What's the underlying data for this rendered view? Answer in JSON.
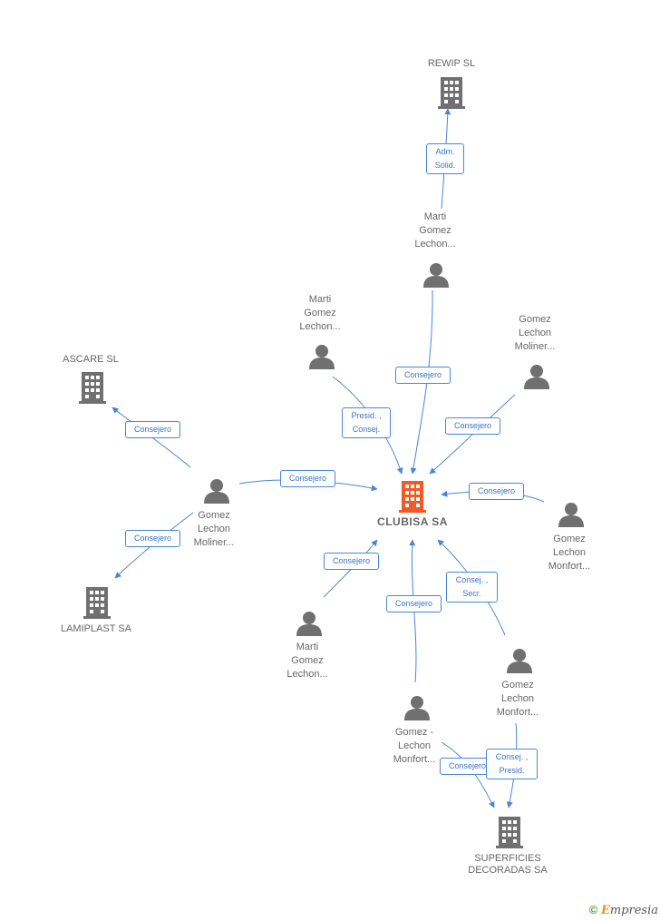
{
  "nodes": {
    "rewip": {
      "label": "REWIP SL",
      "icon": "building-icon",
      "color": "#707070"
    },
    "ascare": {
      "label": "ASCARE SL",
      "icon": "building-icon",
      "color": "#707070"
    },
    "lamiplast": {
      "label": "LAMIPLAST SA",
      "icon": "building-icon",
      "color": "#707070"
    },
    "superficies": {
      "label": "SUPERFICIES\nDECORADAS SA",
      "icon": "building-icon",
      "color": "#707070"
    },
    "clubisa": {
      "label": "CLUBISA SA",
      "icon": "building-icon",
      "color": "#f05a28"
    },
    "p_marti_top": {
      "label": "Marti\nGomez\nLechon...",
      "icon": "person-icon"
    },
    "p_marti_mid": {
      "label": "Marti\nGomez\nLechon...",
      "icon": "person-icon"
    },
    "p_gomez_moliner_right": {
      "label": "Gomez\nLechon\nMoliner...",
      "icon": "person-icon"
    },
    "p_gomez_moliner_left": {
      "label": "Gomez\nLechon\nMoliner...",
      "icon": "person-icon"
    },
    "p_gomez_monfort_right": {
      "label": "Gomez\nLechon\nMonfort...",
      "icon": "person-icon"
    },
    "p_marti_bottom": {
      "label": "Marti\nGomez\nLechon...",
      "icon": "person-icon"
    },
    "p_gomez_monfort_lower": {
      "label": "Gomez\nLechon\nMonfort...",
      "icon": "person-icon"
    },
    "p_gomez_dash_monfort": {
      "label": "Gomez -\nLechon\nMonfort...",
      "icon": "person-icon"
    }
  },
  "edges": {
    "e1": "Adm.\nSolid.",
    "e2": "Consejero",
    "e3": "Presid. ,\nConsej.",
    "e4": "Consejero",
    "e5": "Consejero",
    "e6": "Consejero",
    "e7": "Consejero",
    "e8": "Consejero",
    "e9": "Consejero",
    "e10": "Consejero",
    "e11": "Consej. ,\nSecr.",
    "e12": "Consejero",
    "e13": "Consej. ,\nPresid."
  },
  "colors": {
    "edge": "#4a86d6",
    "node": "#707070",
    "center": "#f05a28"
  },
  "footer": {
    "copyright": "©",
    "brand_initial": "E",
    "brand_rest": "mpresia"
  }
}
